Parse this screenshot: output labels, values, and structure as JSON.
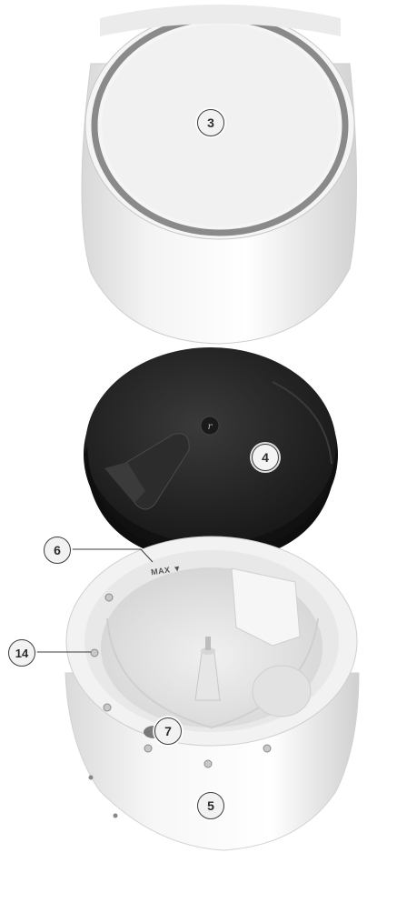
{
  "diagram": {
    "parts": [
      {
        "id": "lid",
        "label": "3"
      },
      {
        "id": "tank-cover",
        "label": "4"
      },
      {
        "id": "base",
        "label": "5"
      },
      {
        "id": "max-mark",
        "label": "6"
      },
      {
        "id": "drain",
        "label": "7"
      },
      {
        "id": "screw",
        "label": "14"
      }
    ],
    "max_text": "MAX ▼",
    "colors": {
      "shell": "#f7f7f7",
      "shell_shadow": "#d9d9d9",
      "cover": "#1f1f1f",
      "ring": "#8e8e8e",
      "basin": "#e6e6e6"
    }
  }
}
